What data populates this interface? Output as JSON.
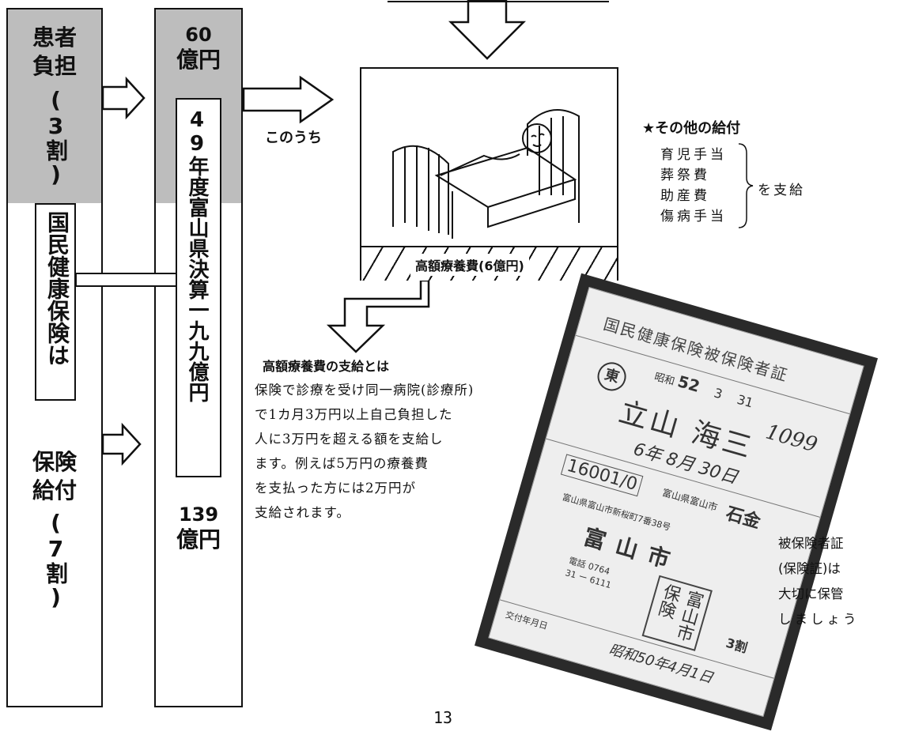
{
  "left_column": {
    "top_label_line1": "患者",
    "top_label_line2": "負担",
    "top_label_paren": "(3割)",
    "middle_label": "国民健康保険は",
    "bottom_label_line1": "保険",
    "bottom_label_line2": "給付",
    "bottom_label_paren": "(7割)"
  },
  "middle_column": {
    "top_amount_number": "60",
    "top_amount_unit": "億円",
    "budget_label": "49年度富山県決算一九九億円",
    "bottom_amount_number": "139",
    "bottom_amount_unit": "億円"
  },
  "arrow_label": "このうち",
  "bed_box": {
    "caption": "高額療養費(6億円)"
  },
  "other_benefits": {
    "heading": "★その他の給付",
    "items": [
      "育児手当",
      "葬祭費",
      "助産費",
      "傷病手当"
    ],
    "suffix": "を支給"
  },
  "explanation": {
    "heading": "高額療養費の支給とは",
    "lines": [
      "保険で診療を受け同一病院(診療所)",
      "で1カ月3万円以上自己負担した",
      "人に3万円を超える額を支給し",
      "ます。例えば5万円の療養費",
      "を支払った方には2万円が",
      "支給されます。"
    ]
  },
  "card": {
    "title": "国民健康保険被保険者証",
    "era": "昭和",
    "year": "52",
    "month": "3",
    "day": "31",
    "stamp_char": "東",
    "name": "立山 海三",
    "number": "1099",
    "birth": "6年 8月 30日",
    "postcode": "16001/0",
    "address_print": "富山県富山市",
    "address_hand": "石金",
    "issuer": "富山市",
    "issuer_address": "富山県富山市新桜町7番38号",
    "phone_label": "電話 0764",
    "phone": "31 ー 6111",
    "seal": "富山市保険",
    "burden": "3割",
    "issue_date_label": "交付年月日",
    "issue_date": "昭和50年4月1日"
  },
  "card_caption": {
    "lines": [
      "被保険者証",
      "(保険証)は",
      "大切に保管",
      "しましょう"
    ]
  },
  "page_number": "13"
}
